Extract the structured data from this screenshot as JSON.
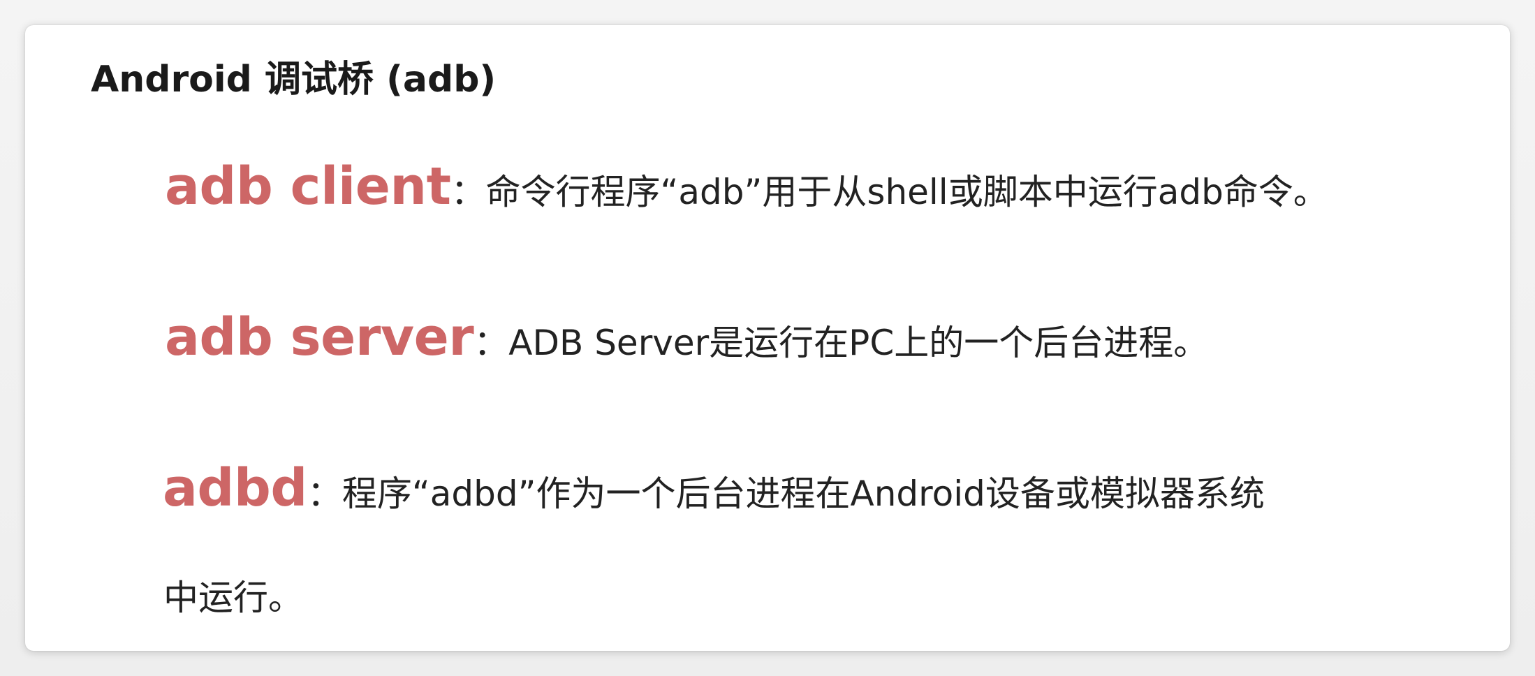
{
  "title": "Android 调试桥 (adb)",
  "entries": [
    {
      "term": "adb client",
      "separator": "：",
      "description": "命令行程序“adb”用于从shell或脚本中运行adb命令。"
    },
    {
      "term": "adb server",
      "separator": "：",
      "description": "ADB Server是运行在PC上的一个后台进程。"
    },
    {
      "term": "adbd",
      "separator": "：",
      "description": "程序“adbd”作为一个后台进程在Android设备或模拟器系统",
      "description_continued": "中运行。"
    }
  ],
  "colors": {
    "term": "#cd6666",
    "text": "#222222",
    "card": "#ffffff"
  }
}
